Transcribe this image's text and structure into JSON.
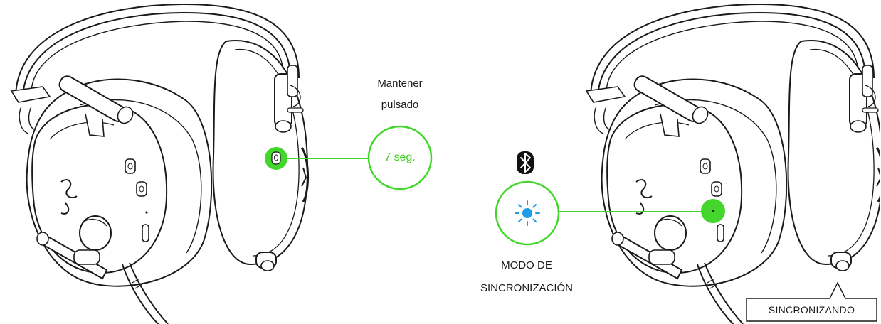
{
  "left_panel": {
    "instruction_line1": "Mantener",
    "instruction_line2": "pulsado",
    "timer_label": "7 seg."
  },
  "right_panel": {
    "bluetooth_icon": "bluetooth-icon",
    "led_icon": "led-blink-icon",
    "mode_line1": "MODO DE",
    "mode_line2": "SINCRONIZACIÓN",
    "status_label": "SINCRONIZANDO"
  },
  "colors": {
    "accent_green": "#44d62c",
    "led_blue": "#1e9be9",
    "line_art": "#1a1a1a"
  }
}
